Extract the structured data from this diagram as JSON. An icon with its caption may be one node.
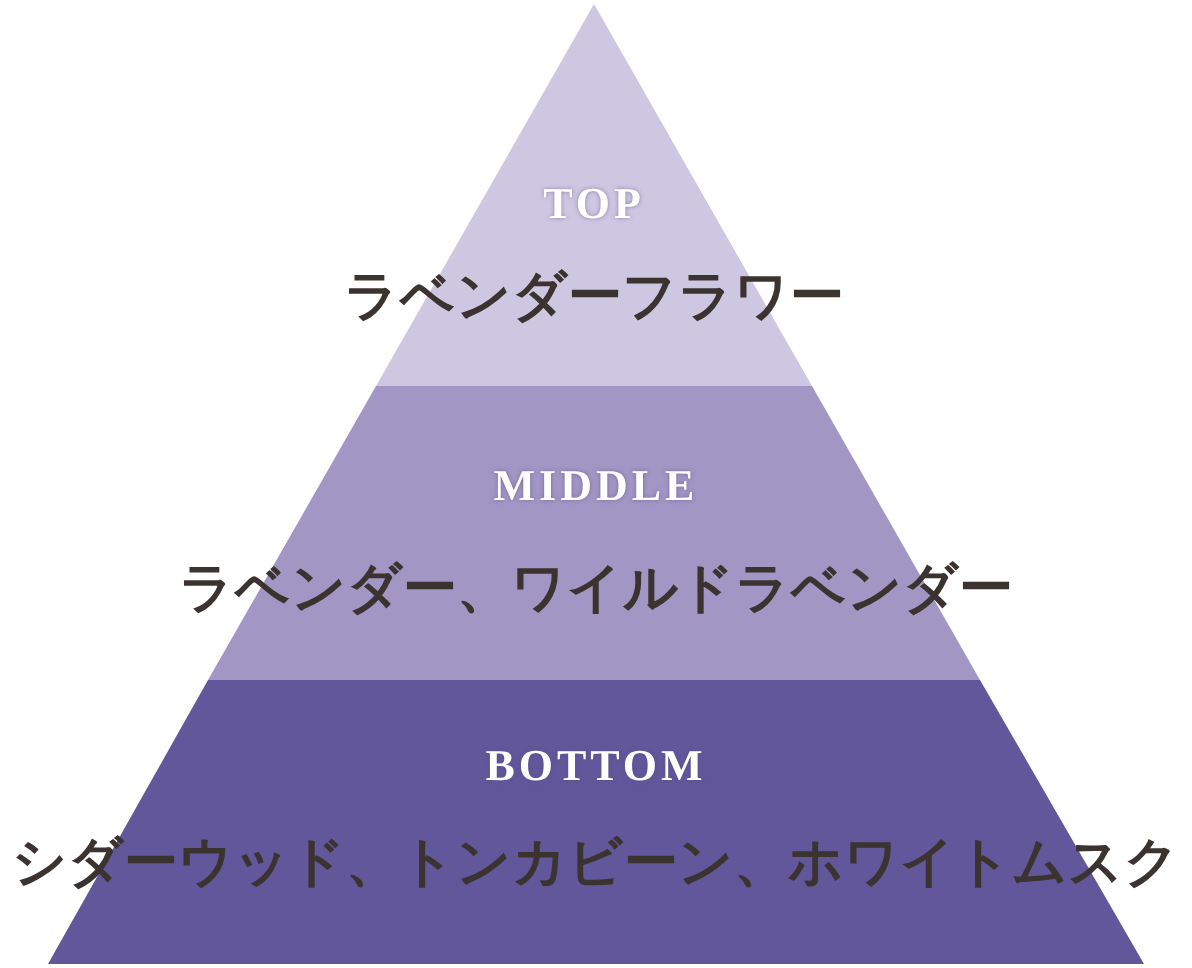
{
  "diagram": {
    "nodes": [
      {
        "text": [
          "TOP",
          "ラベンダーフラワー"
        ]
      },
      {
        "text": [
          "MIDDLE",
          "ラベンダー、ワイルドラベンダー"
        ]
      },
      {
        "text": [
          "BOTTOM",
          "シダーウッド、トンカビーン、ホワイトムスク"
        ]
      }
    ]
  }
}
